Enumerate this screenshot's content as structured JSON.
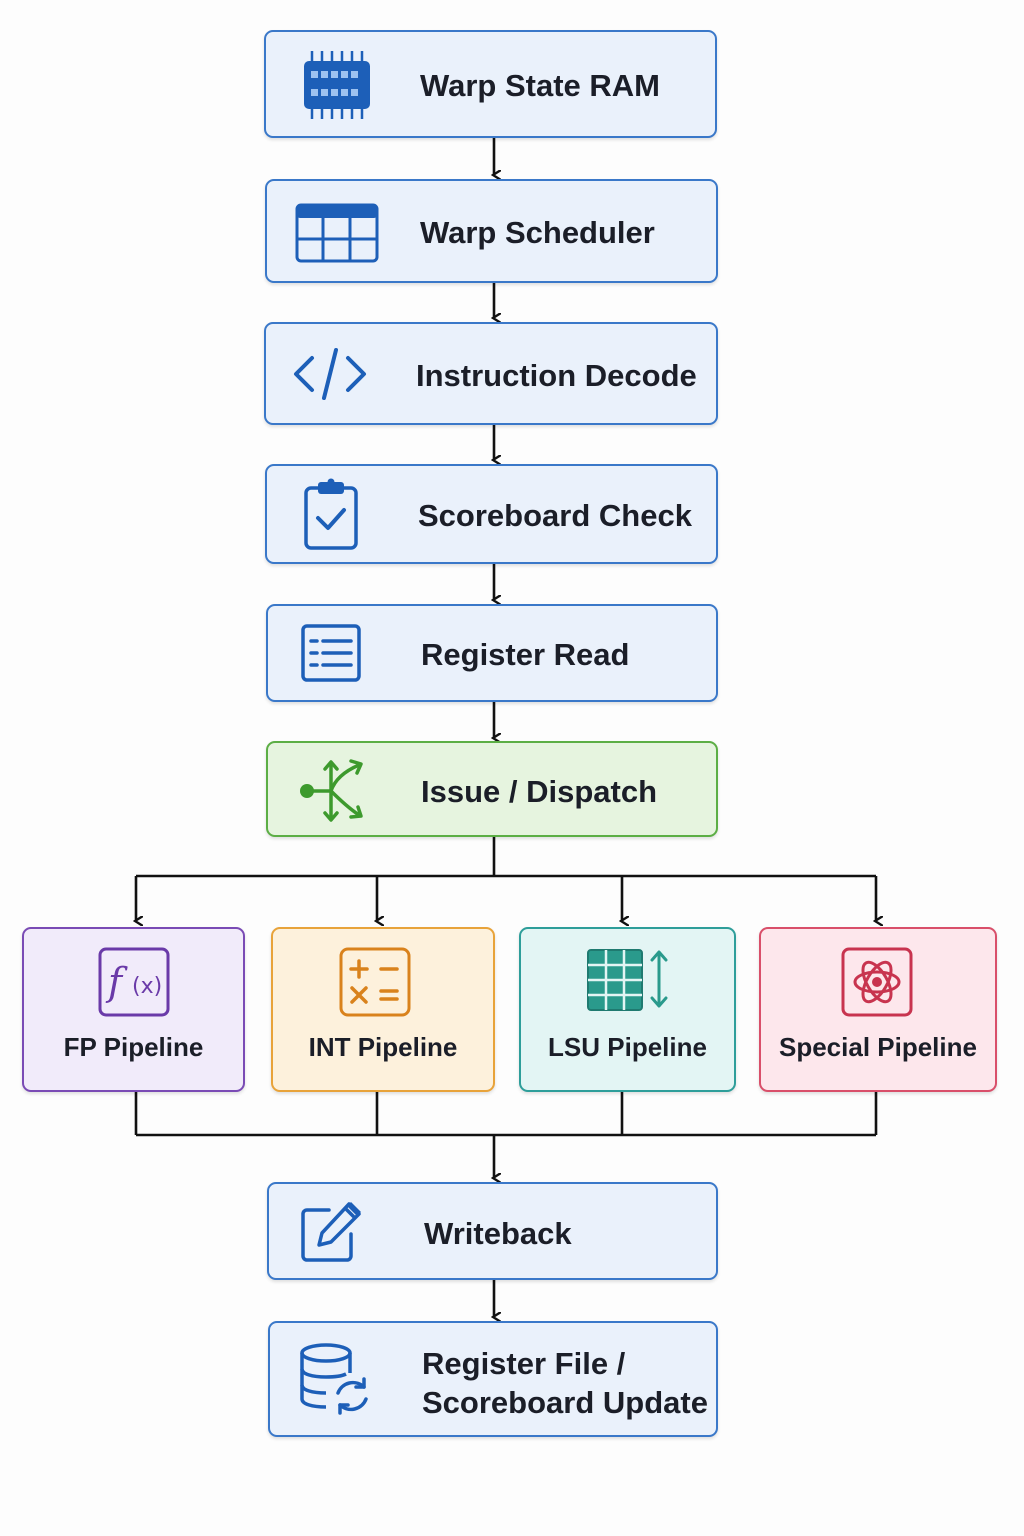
{
  "stages": {
    "warp_state_ram": {
      "label": "Warp State RAM",
      "icon": "memory-chip-icon"
    },
    "warp_scheduler": {
      "label": "Warp Scheduler",
      "icon": "table-grid-icon"
    },
    "instruction_decode": {
      "label": "Instruction Decode",
      "icon": "code-brackets-icon"
    },
    "scoreboard_check": {
      "label": "Scoreboard Check",
      "icon": "clipboard-check-icon"
    },
    "register_read": {
      "label": "Register Read",
      "icon": "list-register-icon"
    },
    "issue_dispatch": {
      "label": "Issue / Dispatch",
      "icon": "branch-fanout-icon"
    },
    "writeback": {
      "label": "Writeback",
      "icon": "edit-pencil-icon"
    },
    "register_file_update": {
      "line1": "Register File /",
      "line2": "Scoreboard Update",
      "icon": "database-sync-icon"
    }
  },
  "pipelines": [
    {
      "label": "FP Pipeline",
      "icon": "function-fx-icon",
      "color": "#7a4bb5",
      "bg": "#f1ebfa"
    },
    {
      "label": "INT Pipeline",
      "icon": "calculator-icon",
      "color": "#e8a33a",
      "bg": "#fdf1dc"
    },
    {
      "label": "LSU Pipeline",
      "icon": "memory-table-arrows-icon",
      "color": "#2e9e9a",
      "bg": "#e3f5f4"
    },
    {
      "label": "Special Pipeline",
      "icon": "atom-icon",
      "color": "#d94f6a",
      "bg": "#fde7ec"
    }
  ],
  "icon_text": {
    "fx": "f",
    "fx_arg": "(x)"
  },
  "colors": {
    "primary": "#3a78c9",
    "primary_fill": "#eaf1fb",
    "dispatch": "#5cae45",
    "dispatch_fill": "#e6f4df",
    "arrow": "#111111"
  }
}
